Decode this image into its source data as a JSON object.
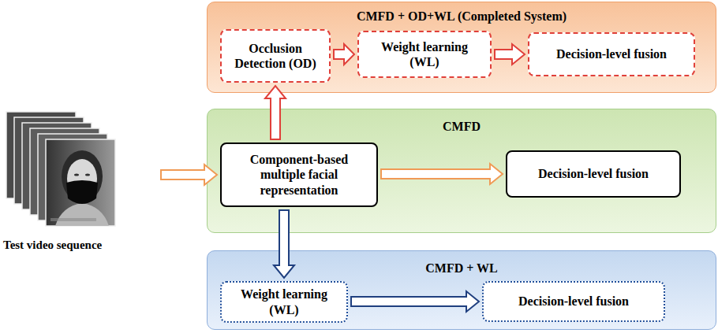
{
  "diagram": {
    "nodes": [
      {
        "text": [
          "Test video sequence"
        ]
      },
      {
        "text": [
          "CMFD + OD+WL (Completed System)"
        ]
      },
      {
        "text": [
          "Occlusion Detection (OD)"
        ],
        "in": 1
      },
      {
        "text": [
          "Weight learning (WL)"
        ],
        "in": 1
      },
      {
        "text": [
          "Decision-level fusion"
        ],
        "in": 1
      },
      {
        "text": [
          "CMFD"
        ]
      },
      {
        "text": [
          "Component-based multiple facial representation"
        ],
        "in": 5
      },
      {
        "text": [
          "Decision-level fusion"
        ],
        "in": 5
      },
      {
        "text": [
          "CMFD + WL"
        ]
      },
      {
        "text": [
          "Weight learning (WL)"
        ],
        "in": 8
      },
      {
        "text": [
          "Decision-level fusion"
        ],
        "in": 8
      }
    ],
    "edges": [
      {
        "from": 0,
        "to": 6,
        "arrow": "to"
      },
      {
        "from": 6,
        "to": 7,
        "arrow": "to"
      },
      {
        "from": 6,
        "to": 2,
        "arrow": "to"
      },
      {
        "from": 2,
        "to": 3,
        "arrow": "to"
      },
      {
        "from": 3,
        "to": 4,
        "arrow": "to"
      },
      {
        "from": 6,
        "to": 9,
        "arrow": "to"
      },
      {
        "from": 9,
        "to": 10,
        "arrow": "to"
      }
    ]
  }
}
